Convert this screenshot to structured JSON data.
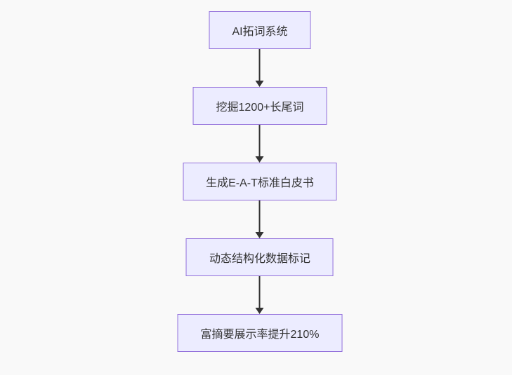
{
  "diagram": {
    "type": "flowchart",
    "direction": "top-down",
    "nodes": [
      {
        "id": "n1",
        "label": "AI拓词系统"
      },
      {
        "id": "n2",
        "label": "挖掘1200+长尾词"
      },
      {
        "id": "n3",
        "label": "生成E-A-T标准白皮书"
      },
      {
        "id": "n4",
        "label": "动态结构化数据标记"
      },
      {
        "id": "n5",
        "label": "富摘要展示率提升210%"
      }
    ],
    "edges": [
      {
        "from": "n1",
        "to": "n2",
        "style": "arrow"
      },
      {
        "from": "n2",
        "to": "n3",
        "style": "arrow"
      },
      {
        "from": "n3",
        "to": "n4",
        "style": "arrow"
      },
      {
        "from": "n4",
        "to": "n5",
        "style": "arrow"
      }
    ],
    "colors": {
      "node_fill": "#ECECFF",
      "node_border": "#9370DB",
      "arrow": "#333333",
      "text": "#333333",
      "background": "#f9f9f9"
    }
  }
}
